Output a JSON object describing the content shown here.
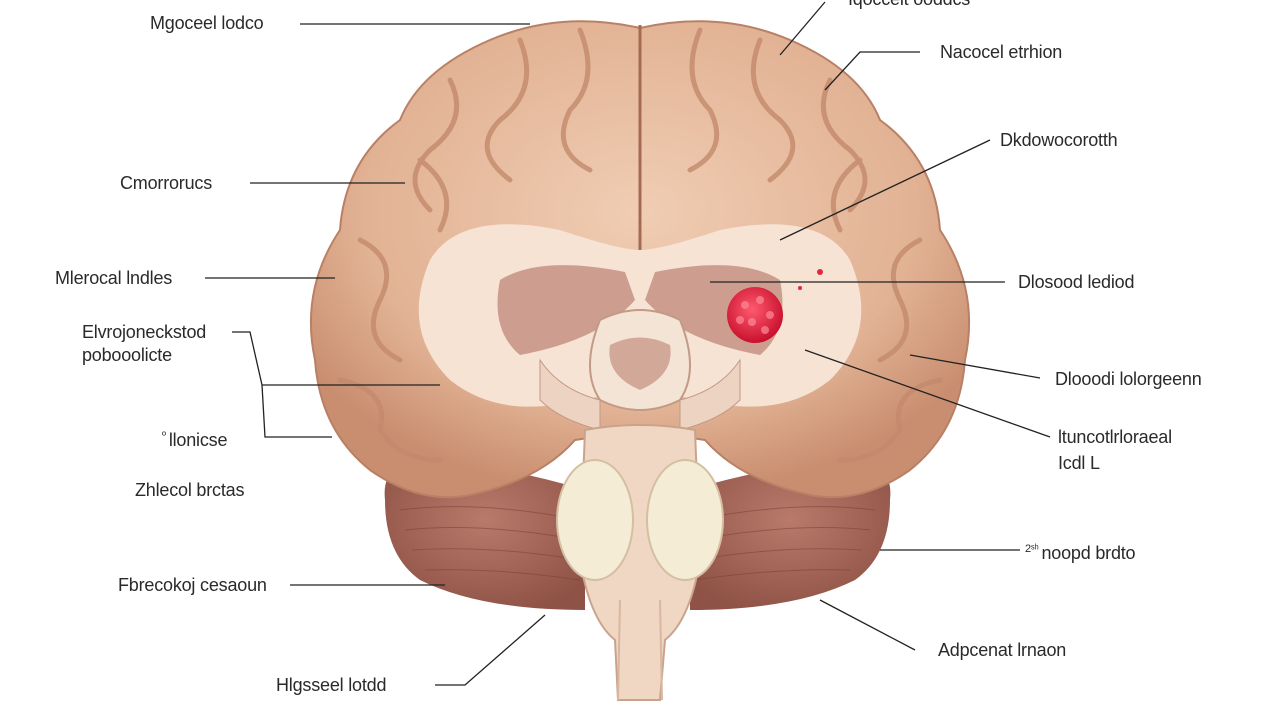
{
  "labels": {
    "top_left": "Mgoceel lodco",
    "top_cut": "Iqoccelt ooddcs",
    "top_right": "Nacocel etrhion",
    "right_1": "Dkdowocorotth",
    "left_1": "Cmorrorucs",
    "left_2": "Mlerocal lndles",
    "right_2": "Dlosood lediod",
    "left_3_line1": "Elvrojoneckstod",
    "left_3_line2": "pobooolicte",
    "right_3": "Dlooodi lolorgeenn",
    "left_4": "llonicse",
    "left_4_prefix": "º",
    "right_4_line1": "ltuncotlrloraeal",
    "right_4_line2": "Icdl L",
    "left_5": "Zhlecol brctas",
    "right_5": "noopd brdto",
    "right_5_prefix": "2ˢʰ",
    "left_6": "Fbrecokoj cesaoun",
    "right_6": "Adpcenat lrnaon",
    "bottom": "Hlgsseel lotdd"
  },
  "colors": {
    "cortex": "#e3b597",
    "cortex_shadow": "#c98f72",
    "white_matter": "#f6e3d4",
    "cerebellum": "#a9685a",
    "brainstem": "#f0d7c3",
    "lesion": "#e0283f"
  }
}
